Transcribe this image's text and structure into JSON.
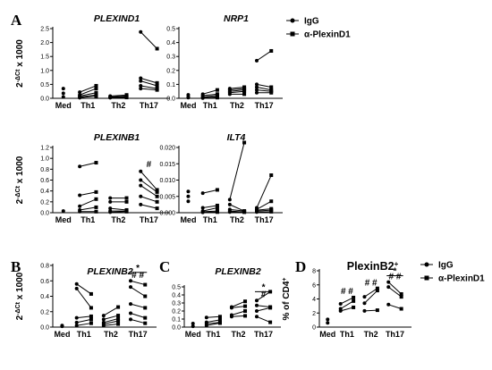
{
  "chart_data": [
    {
      "id": "A-PLEXIND1",
      "panel": "A",
      "type": "scatter",
      "gene": "PLEXIND1",
      "ylabel": "2-ΔCt x 1000",
      "yticks": [
        "0.0",
        "0.5",
        "1.0",
        "1.5",
        "2.0",
        "2.5"
      ],
      "ylim": [
        0,
        2.5
      ],
      "categories": [
        "Med",
        "Th1",
        "Th2",
        "Th17"
      ],
      "med": [
        0.35,
        0.18,
        0.05
      ],
      "pairs": {
        "Th1": [
          [
            0.22,
            0.45
          ],
          [
            0.12,
            0.35
          ],
          [
            0.08,
            0.2
          ],
          [
            0.05,
            0.12
          ],
          [
            0.02,
            0.08
          ]
        ],
        "Th2": [
          [
            0.08,
            0.12
          ],
          [
            0.05,
            0.08
          ],
          [
            0.04,
            0.06
          ],
          [
            0.03,
            0.05
          ],
          [
            0.02,
            0.03
          ]
        ],
        "Th17": [
          [
            2.38,
            1.78
          ],
          [
            0.72,
            0.55
          ],
          [
            0.62,
            0.45
          ],
          [
            0.45,
            0.35
          ],
          [
            0.35,
            0.3
          ]
        ]
      },
      "annotations": []
    },
    {
      "id": "A-NRP1",
      "panel": "A",
      "type": "scatter",
      "gene": "NRP1",
      "ylabel": "",
      "yticks": [
        "0.0",
        "0.1",
        "0.2",
        "0.3",
        "0.4",
        "0.5"
      ],
      "ylim": [
        0,
        0.5
      ],
      "categories": [
        "Med",
        "Th1",
        "Th2",
        "Th17"
      ],
      "med": [
        0.025,
        0.01,
        0.005
      ],
      "pairs": {
        "Th1": [
          [
            0.03,
            0.06
          ],
          [
            0.02,
            0.03
          ],
          [
            0.01,
            0.02
          ],
          [
            0.005,
            0.01
          ],
          [
            0.002,
            0.005
          ]
        ],
        "Th2": [
          [
            0.07,
            0.08
          ],
          [
            0.06,
            0.07
          ],
          [
            0.05,
            0.06
          ],
          [
            0.04,
            0.05
          ],
          [
            0.03,
            0.03
          ]
        ],
        "Th17": [
          [
            0.27,
            0.34
          ],
          [
            0.1,
            0.08
          ],
          [
            0.08,
            0.06
          ],
          [
            0.06,
            0.05
          ],
          [
            0.04,
            0.04
          ]
        ]
      },
      "annotations": []
    },
    {
      "id": "A-PLEXINB1",
      "panel": "A",
      "type": "scatter",
      "gene": "PLEXINB1",
      "ylabel": "2-ΔCt x 1000",
      "yticks": [
        "0.0",
        "0.2",
        "0.4",
        "0.6",
        "0.8",
        "1.0",
        "1.2"
      ],
      "ylim": [
        0,
        1.2
      ],
      "categories": [
        "Med",
        "Th1",
        "Th2",
        "Th17"
      ],
      "med": [
        0.03
      ],
      "pairs": {
        "Th1": [
          [
            0.85,
            0.92
          ],
          [
            0.32,
            0.38
          ],
          [
            0.12,
            0.25
          ],
          [
            0.05,
            0.1
          ],
          [
            0.02,
            0.02
          ]
        ],
        "Th2": [
          [
            0.27,
            0.27
          ],
          [
            0.2,
            0.2
          ],
          [
            0.08,
            0.05
          ],
          [
            0.03,
            0.03
          ],
          [
            0.01,
            0.02
          ]
        ],
        "Th17": [
          [
            0.76,
            0.42
          ],
          [
            0.6,
            0.38
          ],
          [
            0.5,
            0.3
          ],
          [
            0.3,
            0.2
          ],
          [
            0.15,
            0.08
          ]
        ]
      },
      "annotations": [
        {
          "type": "text",
          "text": "#",
          "cat": "Th17",
          "y": 0.84
        }
      ]
    },
    {
      "id": "A-ILT4",
      "panel": "A",
      "type": "scatter",
      "gene": "ILT4",
      "ylabel": "",
      "yticks": [
        "0.000",
        "0.005",
        "0.010",
        "0.015",
        "0.020"
      ],
      "ylim": [
        0,
        0.02
      ],
      "categories": [
        "Med",
        "Th1",
        "Th2",
        "Th17"
      ],
      "med": [
        0.0065,
        0.005,
        0.0035
      ],
      "pairs": {
        "Th1": [
          [
            0.006,
            0.007
          ],
          [
            0.0015,
            0.0022
          ],
          [
            0.0005,
            0.0015
          ],
          [
            0.0003,
            0.0005
          ],
          [
            0.0001,
            0.0002
          ]
        ],
        "Th2": [
          [
            0.004,
            0.0215
          ],
          [
            0.0025,
            0.0005
          ],
          [
            0.001,
            0.0005
          ],
          [
            0.0005,
            0.0002
          ],
          [
            0.0002,
            0.0002
          ]
        ],
        "Th17": [
          [
            0.0015,
            0.0115
          ],
          [
            0.001,
            0.0035
          ],
          [
            0.0008,
            0.0012
          ],
          [
            0.0005,
            0.0008
          ],
          [
            0.0002,
            0.0003
          ]
        ]
      },
      "annotations": []
    },
    {
      "id": "B-PLEXINB2",
      "panel": "B",
      "type": "scatter",
      "gene": "PLEXINB2",
      "ylabel": "2-ΔCt x 1000",
      "yticks": [
        "0.0",
        "0.2",
        "0.4",
        "0.6",
        "0.8"
      ],
      "ylim": [
        0,
        0.8
      ],
      "categories": [
        "Med",
        "Th1",
        "Th2",
        "Th17"
      ],
      "med": [
        0.02,
        0.01
      ],
      "pairs": {
        "Th1": [
          [
            0.56,
            0.43
          ],
          [
            0.5,
            0.25
          ],
          [
            0.12,
            0.14
          ],
          [
            0.06,
            0.1
          ],
          [
            0.02,
            0.05
          ]
        ],
        "Th2": [
          [
            0.15,
            0.26
          ],
          [
            0.1,
            0.15
          ],
          [
            0.06,
            0.11
          ],
          [
            0.04,
            0.08
          ],
          [
            0.02,
            0.04
          ]
        ],
        "Th17": [
          [
            0.6,
            0.55
          ],
          [
            0.52,
            0.4
          ],
          [
            0.3,
            0.25
          ],
          [
            0.18,
            0.12
          ],
          [
            0.1,
            0.05
          ]
        ]
      },
      "annotations": [
        {
          "type": "text",
          "text": "# #",
          "cat": "Th17",
          "y": 0.64
        },
        {
          "type": "bar",
          "text": "*",
          "cat": "Th17",
          "y": 0.71
        }
      ]
    },
    {
      "id": "C-PLEXINB2",
      "panel": "C",
      "type": "scatter",
      "gene": "PLEXINB2",
      "ylabel": "",
      "yticks": [
        "0.0",
        "0.1",
        "0.2",
        "0.3",
        "0.4",
        "0.5"
      ],
      "ylim": [
        0,
        0.5
      ],
      "categories": [
        "Med",
        "Th1",
        "Th2",
        "Th17"
      ],
      "med": [
        0.045,
        0.01
      ],
      "pairs": {
        "Th1": [
          [
            0.12,
            0.13
          ],
          [
            0.06,
            0.09
          ],
          [
            0.04,
            0.06
          ],
          [
            0.02,
            0.05
          ]
        ],
        "Th2": [
          [
            0.25,
            0.32
          ],
          [
            0.24,
            0.26
          ],
          [
            0.15,
            0.2
          ],
          [
            0.13,
            0.14
          ]
        ],
        "Th17": [
          [
            0.33,
            0.44
          ],
          [
            0.27,
            0.25
          ],
          [
            0.2,
            0.24
          ],
          [
            0.13,
            0.06
          ]
        ]
      },
      "annotations": [
        {
          "type": "text",
          "text": "#",
          "cat": "Th17",
          "y": 0.37
        },
        {
          "type": "bar",
          "text": "*",
          "cat": "Th17",
          "y": 0.44
        }
      ]
    },
    {
      "id": "D-PlexinB2",
      "panel": "D",
      "type": "scatter",
      "title": "PlexinB2+",
      "ylabel": "% of CD4+",
      "yticks": [
        "0",
        "2",
        "4",
        "6",
        "8"
      ],
      "ylim": [
        0,
        8
      ],
      "categories": [
        "Med",
        "Th1",
        "Th2",
        "Th17"
      ],
      "med": [
        1.1,
        0.6
      ],
      "pairs": {
        "Th1": [
          [
            3.3,
            4.2
          ],
          [
            2.6,
            3.7
          ],
          [
            2.3,
            2.8
          ]
        ],
        "Th2": [
          [
            4.3,
            5.5
          ],
          [
            3.4,
            5.2
          ],
          [
            2.3,
            2.4
          ]
        ],
        "Th17": [
          [
            6.4,
            4.7
          ],
          [
            5.7,
            4.3
          ],
          [
            3.2,
            2.6
          ]
        ]
      },
      "annotations": [
        {
          "type": "text",
          "text": "#  #",
          "cat": "Th1",
          "y": 4.7
        },
        {
          "type": "text",
          "text": "#  #",
          "cat": "Th2",
          "y": 5.9
        },
        {
          "type": "text",
          "text": "# #",
          "cat": "Th17",
          "y": 6.8
        },
        {
          "type": "bar",
          "text": "*",
          "cat": "Th17",
          "y": 7.3
        }
      ]
    }
  ],
  "panel_letters": [
    "A",
    "B",
    "C",
    "D"
  ],
  "legend": [
    {
      "label": "IgG",
      "marker": "circle"
    },
    {
      "label": "α-PlexinD1",
      "marker": "square"
    }
  ]
}
